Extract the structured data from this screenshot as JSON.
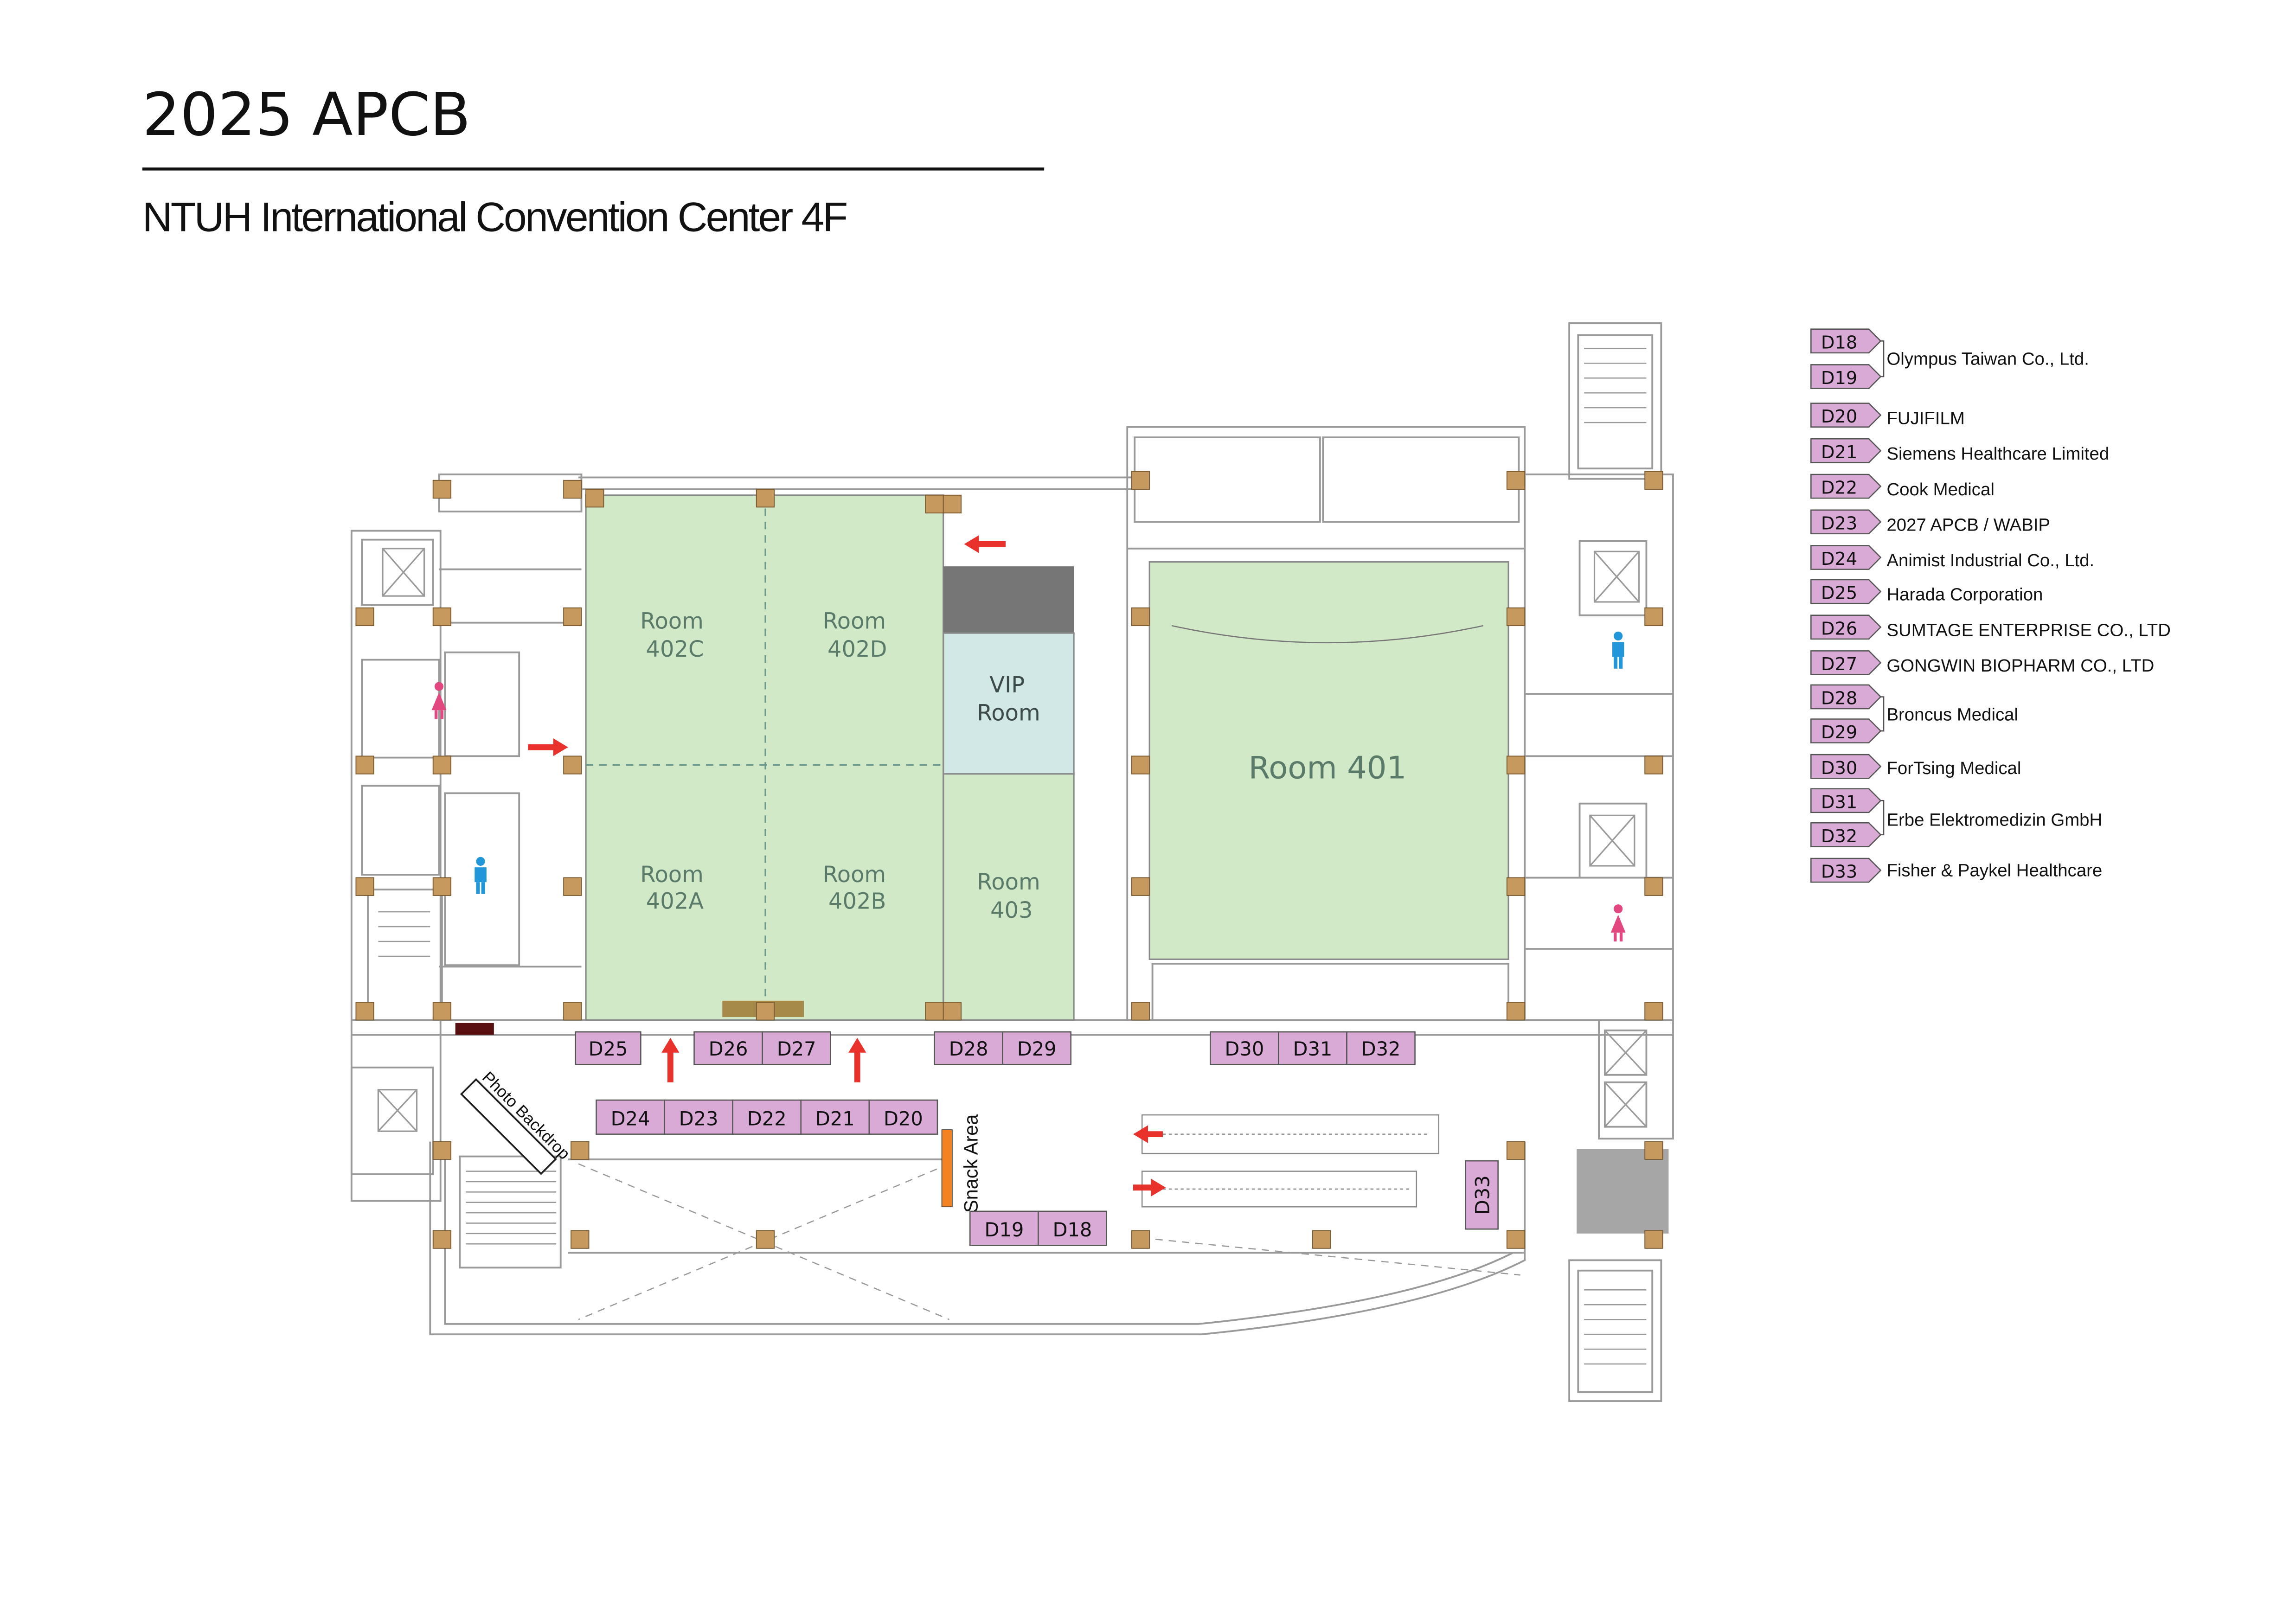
{
  "title": "2025 APCB",
  "subtitle": "NTUH International Convention Center 4F",
  "colors": {
    "room_green": "#d2e9c8",
    "vip_blue": "#d2e8e6",
    "booth_purple": "#d9aad6",
    "wall": "#9a9a9a",
    "column": "#c69a5e",
    "arrow_red": "#e8322b",
    "female_icon": "#e2477f",
    "male_icon": "#2196d8",
    "snack_orange": "#f58220",
    "dark_gray": "#767676"
  },
  "rooms": {
    "r402c": {
      "l1": "Room",
      "l2": "402C"
    },
    "r402d": {
      "l1": "Room",
      "l2": "402D"
    },
    "r402a": {
      "l1": "Room",
      "l2": "402A"
    },
    "r402b": {
      "l1": "Room",
      "l2": "402B"
    },
    "vip": {
      "l1": "VIP",
      "l2": "Room"
    },
    "r403": {
      "l1": "Room",
      "l2": "403"
    },
    "r401": {
      "l1": "Room 401"
    }
  },
  "booths": {
    "d18": "D18",
    "d19": "D19",
    "d20": "D20",
    "d21": "D21",
    "d22": "D22",
    "d23": "D23",
    "d24": "D24",
    "d25": "D25",
    "d26": "D26",
    "d27": "D27",
    "d28": "D28",
    "d29": "D29",
    "d30": "D30",
    "d31": "D31",
    "d32": "D32",
    "d33": "D33"
  },
  "labels": {
    "snack": "Snack Area",
    "photo": "Photo Backdrop"
  },
  "legend": [
    {
      "codes": [
        "D18",
        "D19"
      ],
      "name": "Olympus Taiwan Co., Ltd."
    },
    {
      "codes": [
        "D20"
      ],
      "name": "FUJIFILM"
    },
    {
      "codes": [
        "D21"
      ],
      "name": "Siemens Healthcare Limited"
    },
    {
      "codes": [
        "D22"
      ],
      "name": "Cook Medical"
    },
    {
      "codes": [
        "D23"
      ],
      "name": "2027 APCB / WABIP"
    },
    {
      "codes": [
        "D24"
      ],
      "name": "Animist Industrial Co., Ltd."
    },
    {
      "codes": [
        "D25"
      ],
      "name": "Harada Corporation"
    },
    {
      "codes": [
        "D26"
      ],
      "name": "SUMTAGE ENTERPRISE CO., LTD"
    },
    {
      "codes": [
        "D27"
      ],
      "name": "GONGWIN BIOPHARM CO., LTD"
    },
    {
      "codes": [
        "D28",
        "D29"
      ],
      "name": "Broncus Medical"
    },
    {
      "codes": [
        "D30"
      ],
      "name": "ForTsing Medical"
    },
    {
      "codes": [
        "D31",
        "D32"
      ],
      "name": "Erbe Elektromedizin GmbH"
    },
    {
      "codes": [
        "D33"
      ],
      "name": "Fisher & Paykel Healthcare"
    }
  ]
}
